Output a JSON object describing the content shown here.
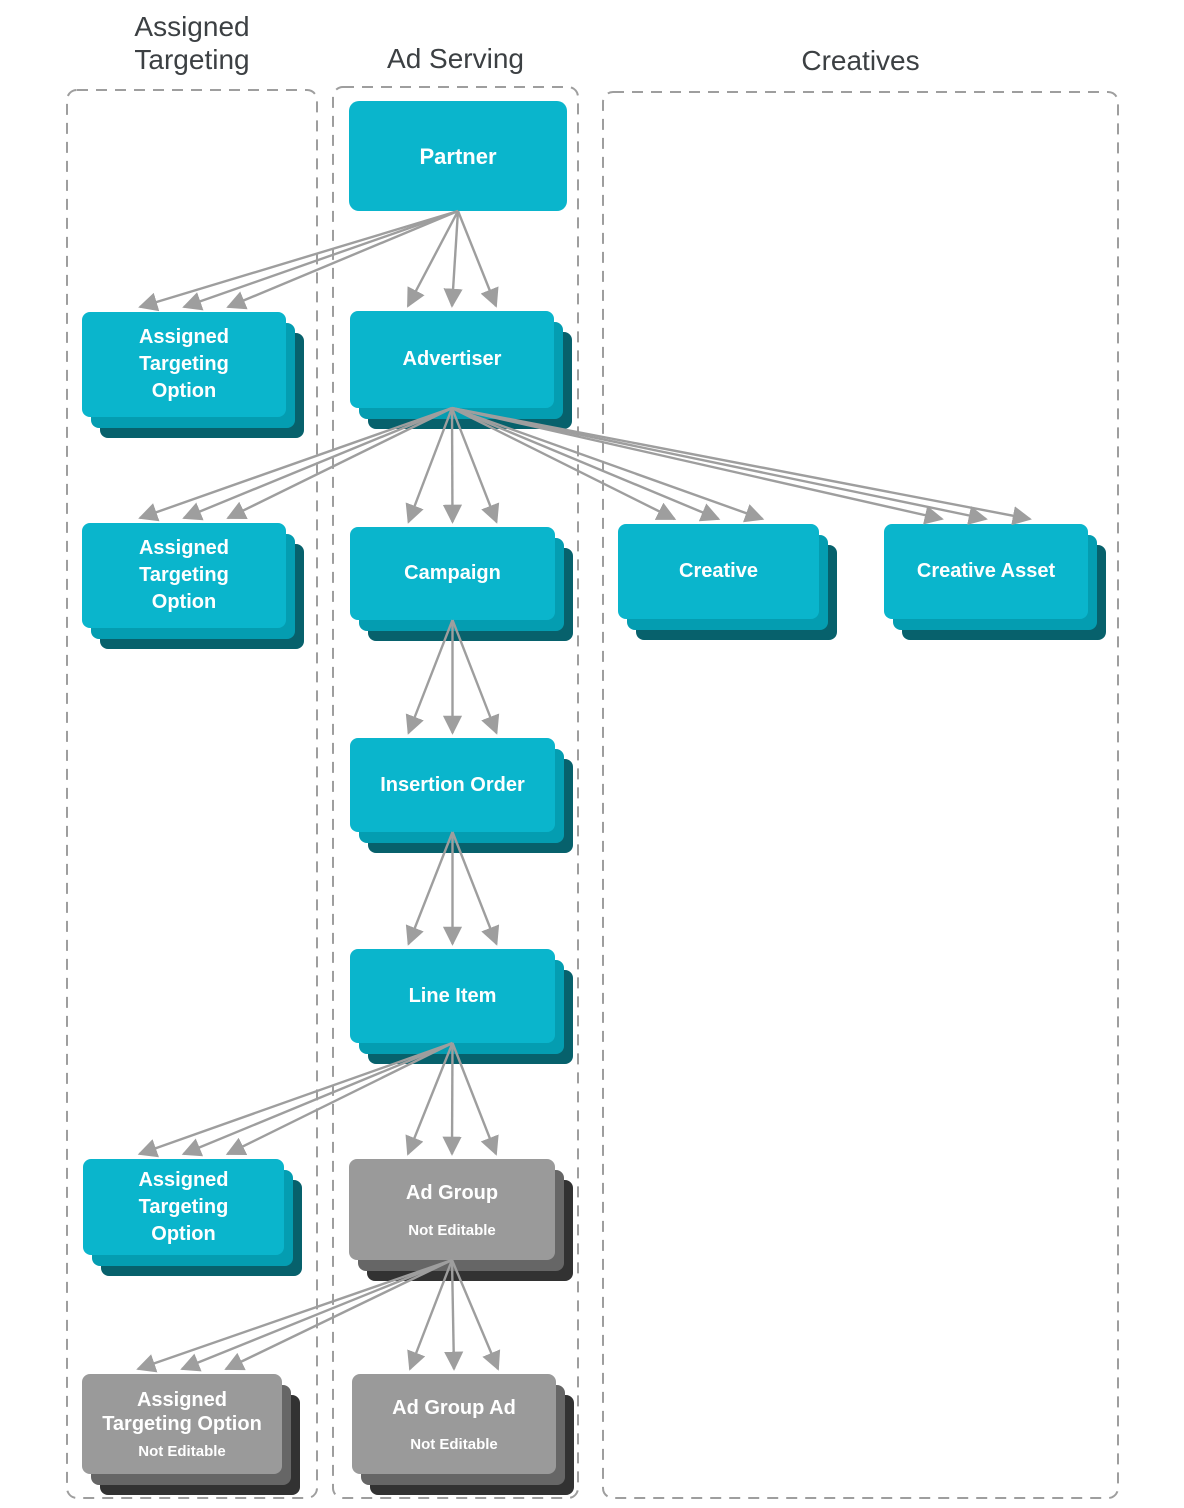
{
  "headers": [
    {
      "id": "assigned-targeting",
      "text": "Assigned\nTargeting"
    },
    {
      "id": "ad-serving",
      "text": "Ad Serving"
    },
    {
      "id": "creatives",
      "text": "Creatives"
    }
  ],
  "nodes": {
    "partner": {
      "label": "Partner",
      "editable": true
    },
    "ato1": {
      "label": "Assigned\nTargeting\nOption",
      "editable": true
    },
    "advertiser": {
      "label": "Advertiser",
      "editable": true
    },
    "ato2": {
      "label": "Assigned\nTargeting\nOption",
      "editable": true
    },
    "campaign": {
      "label": "Campaign",
      "editable": true
    },
    "creative": {
      "label": "Creative",
      "editable": true
    },
    "creative_asset": {
      "label": "Creative Asset",
      "editable": true
    },
    "insertion_order": {
      "label": "Insertion Order",
      "editable": true
    },
    "line_item": {
      "label": "Line Item",
      "editable": true
    },
    "ato3": {
      "label": "Assigned\nTargeting\nOption",
      "editable": true
    },
    "ad_group": {
      "label": "Ad Group",
      "sublabel": "Not Editable",
      "editable": false
    },
    "ato_gray": {
      "label": "Assigned\nTargeting Option",
      "sublabel": "Not Editable",
      "editable": false
    },
    "ad_group_ad": {
      "label": "Ad Group Ad",
      "sublabel": "Not Editable",
      "editable": false
    }
  },
  "edges": [
    {
      "from": "partner",
      "to": "ato1"
    },
    {
      "from": "partner",
      "to": "advertiser"
    },
    {
      "from": "advertiser",
      "to": "ato2"
    },
    {
      "from": "advertiser",
      "to": "campaign"
    },
    {
      "from": "advertiser",
      "to": "creative"
    },
    {
      "from": "advertiser",
      "to": "creative_asset"
    },
    {
      "from": "campaign",
      "to": "insertion_order"
    },
    {
      "from": "insertion_order",
      "to": "line_item"
    },
    {
      "from": "line_item",
      "to": "ato3"
    },
    {
      "from": "line_item",
      "to": "ad_group"
    },
    {
      "from": "ad_group",
      "to": "ato_gray"
    },
    {
      "from": "ad_group",
      "to": "ad_group_ad"
    }
  ],
  "colors": {
    "node_teal": "#0AB5CC",
    "node_teal_mid": "#049DB1",
    "node_teal_back": "#07616C",
    "node_gray": "#9A9A9A",
    "node_gray_mid": "#666666",
    "node_gray_back": "#323232",
    "arrow": "#9E9E9E",
    "column_border": "#9E9E9E",
    "header_text": "#3C4043",
    "label_text": "#FFFFFF",
    "background": "#FFFFFF"
  }
}
